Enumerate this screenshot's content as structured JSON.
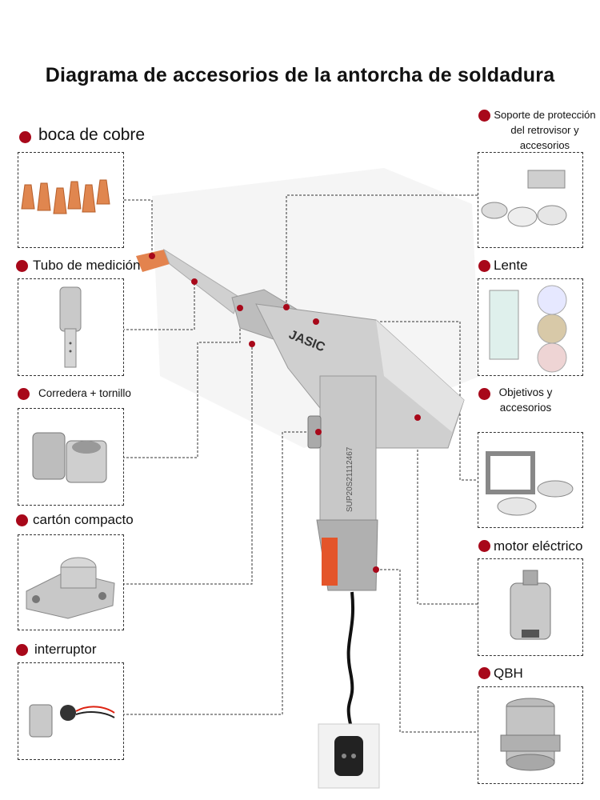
{
  "title": "Diagrama de accesorios de la antorcha de soldadura",
  "brand": "JASIC",
  "serial": "SUP20S21112467",
  "watermark_mark": "®",
  "accent_color": "#a8081a",
  "left_items": [
    {
      "label": "boca de cobre"
    },
    {
      "label": "Tubo de medición"
    },
    {
      "label": "Corredera + tornillo"
    },
    {
      "label": "cartón compacto"
    },
    {
      "label": "interruptor"
    }
  ],
  "right_items": [
    {
      "label": "Soporte de protección del retrovisor y accesorios"
    },
    {
      "label": "Lente"
    },
    {
      "label": "Objetivos y accesorios"
    },
    {
      "label": "motor eléctrico"
    },
    {
      "label": "QBH"
    }
  ]
}
